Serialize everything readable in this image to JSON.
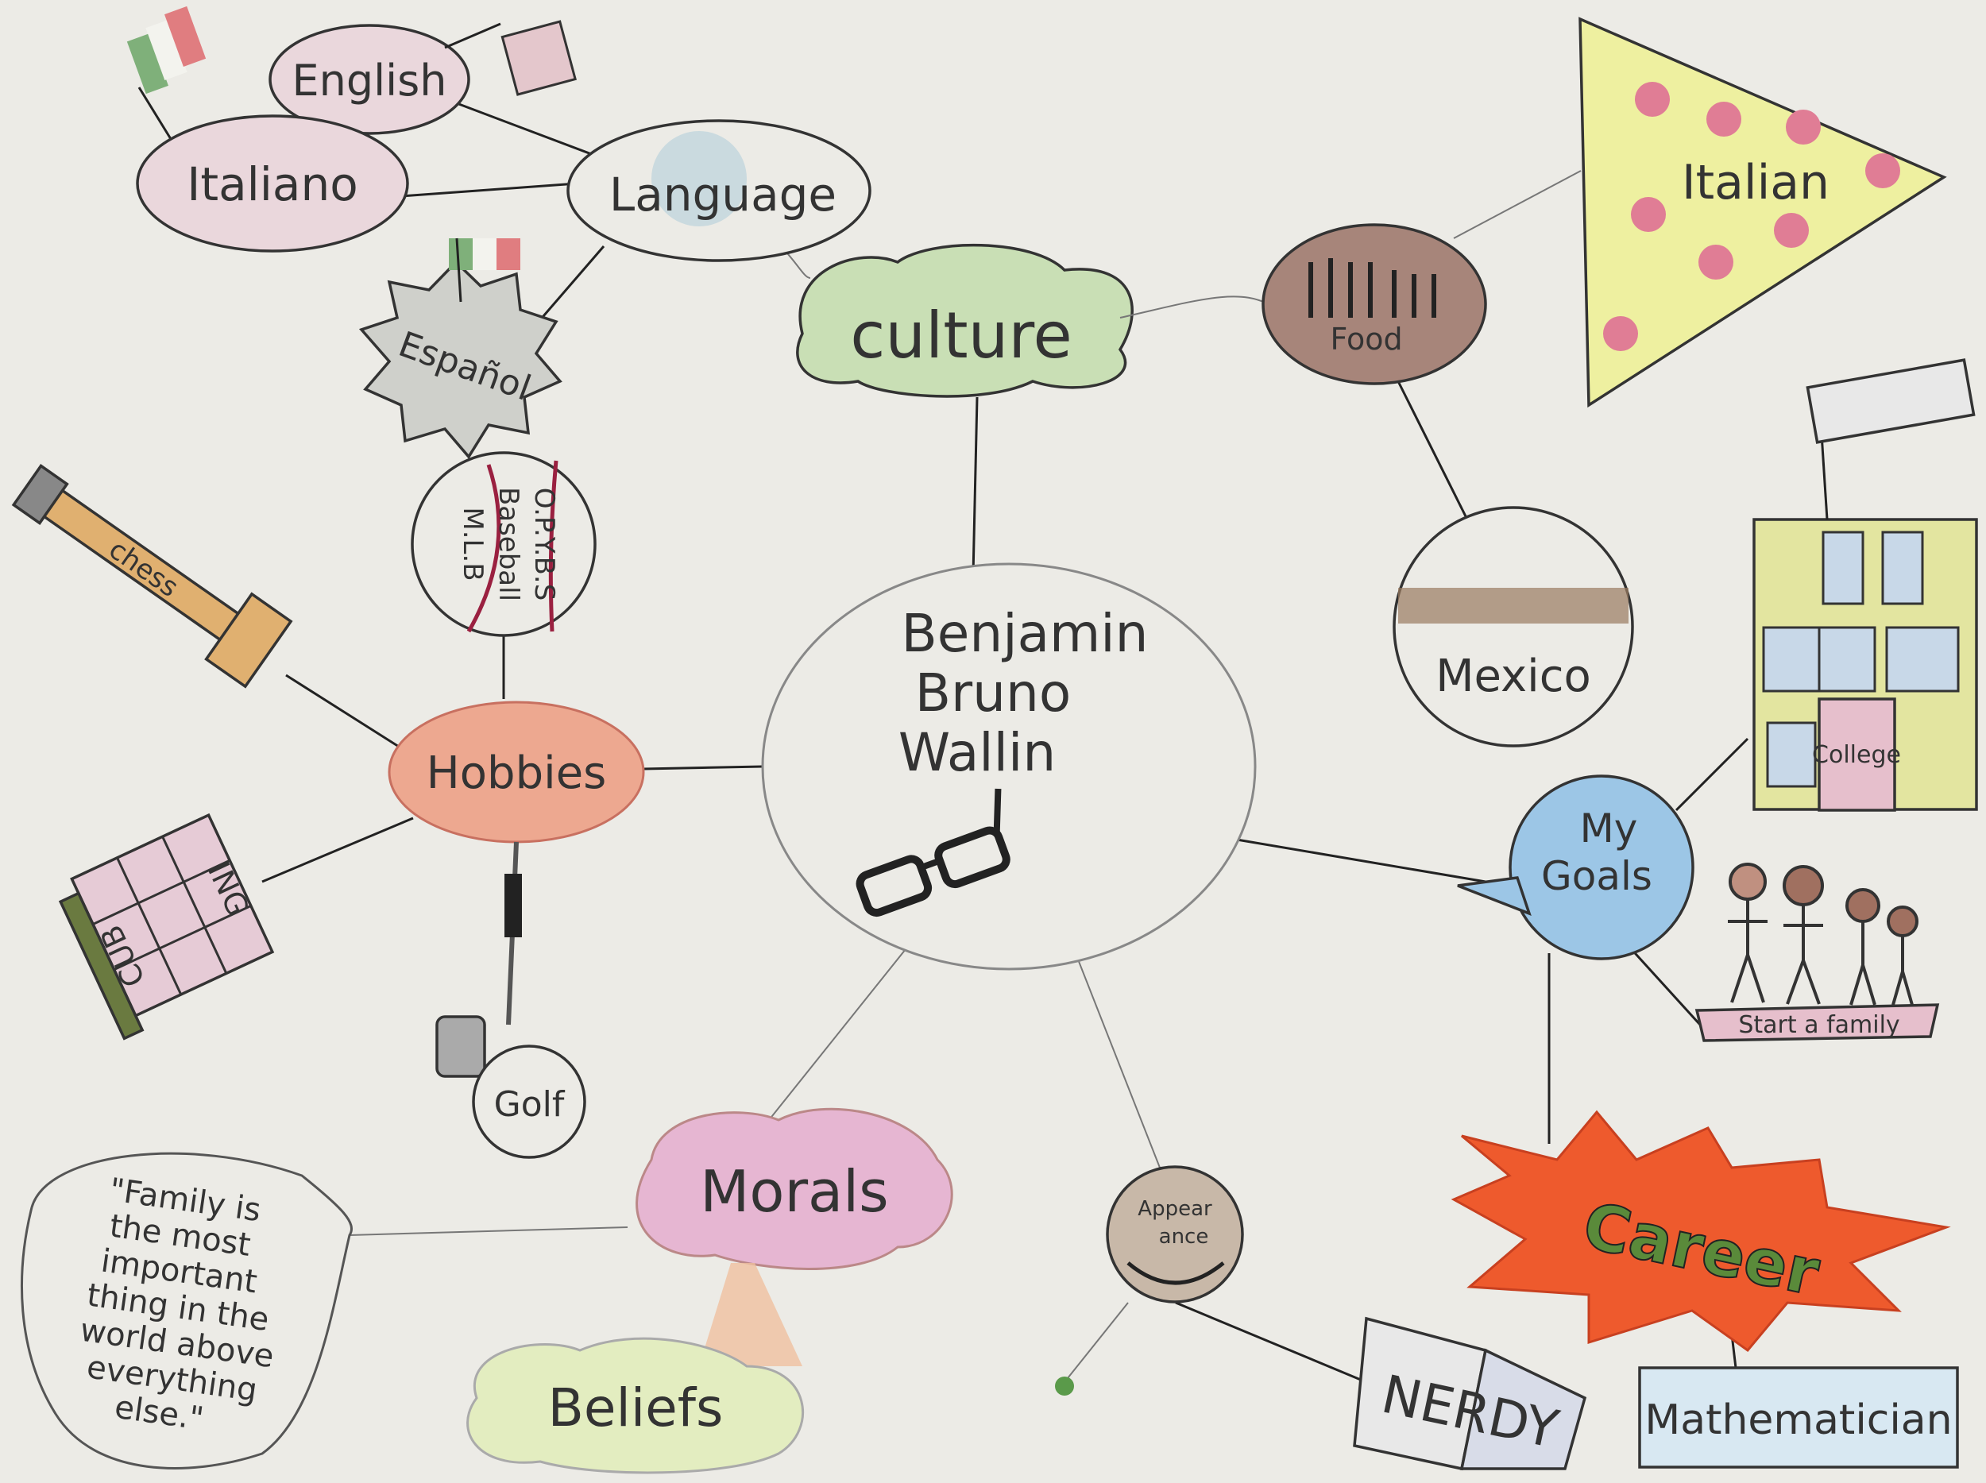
{
  "center": {
    "line1": "Benjamin",
    "line2": "Bruno",
    "line3": "Wallin"
  },
  "culture": {
    "label": "culture",
    "language": {
      "label": "Language",
      "english": "English",
      "italiano": "Italiano",
      "espanol": "Español"
    },
    "food": {
      "label": "Food",
      "italian": "Italian",
      "mexico": "Mexico"
    }
  },
  "hobbies": {
    "label": "Hobbies",
    "chess": "chess",
    "baseball": {
      "line1": "O.P.Y.B.S",
      "line2": "Baseball",
      "line3": "M.L.B"
    },
    "cubing": {
      "part1": "CUB",
      "part2": "ING"
    },
    "golf": "Golf"
  },
  "goals": {
    "label_line1": "My",
    "label_line2": "Goals",
    "college": "College",
    "family": "Start a family",
    "career": "Career",
    "mathematician": "Mathematician"
  },
  "morals": {
    "label": "Morals",
    "beliefs": "Beliefs",
    "quote": [
      "\"Family is",
      "the most",
      "important",
      "thing in the",
      "world above",
      "everything",
      "else.\""
    ]
  },
  "appearance": {
    "line1": "Appear",
    "line2": "ance",
    "nerdy": "NERDY"
  },
  "colors": {
    "paper": "#ecebe6",
    "culture": "#c9dfb5",
    "food": "#a7857a",
    "pizza": "#eef0a0",
    "pepperoni": "#e07d95",
    "hobbies": "#eda890",
    "goals": "#9cc6e6",
    "career": "#ee5a2d",
    "morals": "#e6b6d2",
    "beliefs": "#e3edc0"
  }
}
